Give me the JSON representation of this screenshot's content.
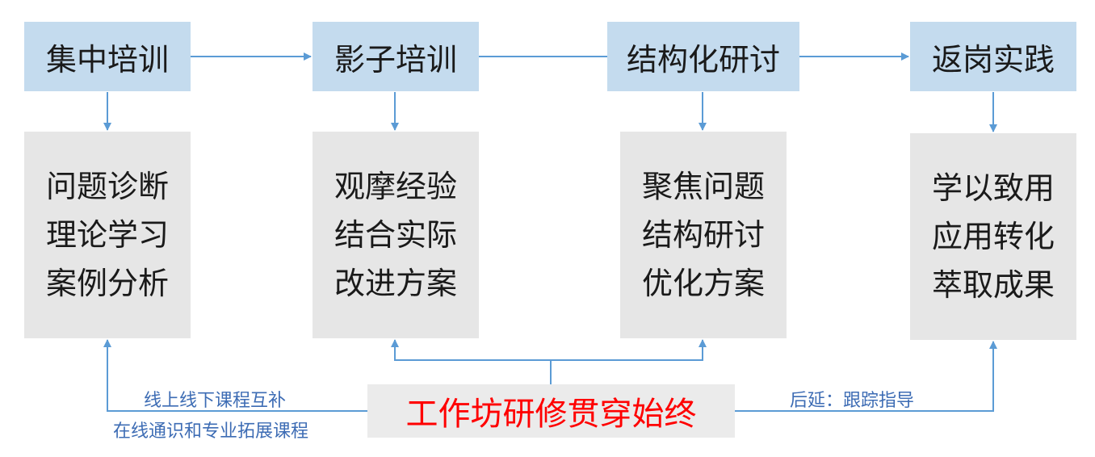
{
  "colors": {
    "stage_bg": "#c4dbee",
    "detail_bg": "#e6e6e6",
    "arrow": "#5b9bd5",
    "workshop_text": "#ff0000",
    "note_text": "#3d6cb4"
  },
  "stages": [
    {
      "title": "集中培训",
      "details": [
        "问题诊断",
        "理论学习",
        "案例分析"
      ]
    },
    {
      "title": "影子培训",
      "details": [
        "观摩经验",
        "结合实际",
        "改进方案"
      ]
    },
    {
      "title": "结构化研讨",
      "details": [
        "聚焦问题",
        "结构研讨",
        "优化方案"
      ]
    },
    {
      "title": "返岗实践",
      "details": [
        "学以致用",
        "应用转化",
        "萃取成果"
      ]
    }
  ],
  "workshop": {
    "label": "工作坊研修贯穿始终"
  },
  "left_notes": [
    "线上线下课程互补",
    "在线通识和专业拓展课程"
  ],
  "right_note": "后延：跟踪指导"
}
